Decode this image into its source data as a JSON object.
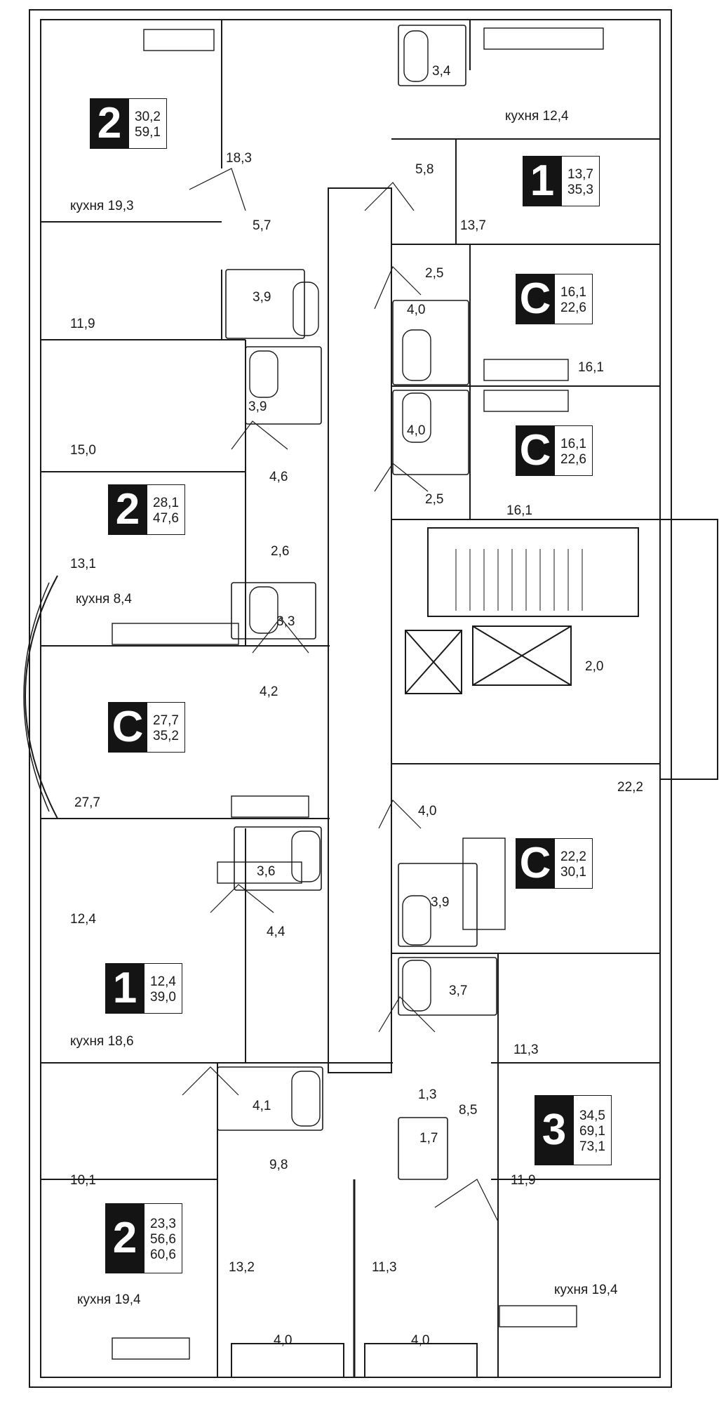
{
  "apartments": [
    {
      "type": "2",
      "areas": [
        "30,2",
        "59,1"
      ]
    },
    {
      "type": "1",
      "areas": [
        "13,7",
        "35,3"
      ]
    },
    {
      "type": "С",
      "areas": [
        "16,1",
        "22,6"
      ]
    },
    {
      "type": "С",
      "areas": [
        "16,1",
        "22,6"
      ]
    },
    {
      "type": "2",
      "areas": [
        "28,1",
        "47,6"
      ]
    },
    {
      "type": "С",
      "areas": [
        "27,7",
        "35,2"
      ]
    },
    {
      "type": "С",
      "areas": [
        "22,2",
        "30,1"
      ]
    },
    {
      "type": "1",
      "areas": [
        "12,4",
        "39,0"
      ]
    },
    {
      "type": "3",
      "areas": [
        "34,5",
        "69,1",
        "73,1"
      ]
    },
    {
      "type": "2",
      "areas": [
        "23,3",
        "56,6",
        "60,6"
      ]
    }
  ],
  "room_labels": [
    "3,4",
    "кухня 12,4",
    "18,3",
    "5,8",
    "кухня 19,3",
    "5,7",
    "13,7",
    "2,5",
    "3,9",
    "4,0",
    "11,9",
    "16,1",
    "3,9",
    "4,0",
    "15,0",
    "4,6",
    "2,5",
    "16,1",
    "2,6",
    "13,1",
    "кухня 8,4",
    "3,3",
    "4,2",
    "2,0",
    "22,2",
    "27,7",
    "4,0",
    "3,9",
    "3,6",
    "12,4",
    "4,4",
    "3,7",
    "кухня 18,6",
    "11,3",
    "1,3",
    "4,1",
    "8,5",
    "1,7",
    "9,8",
    "10,1",
    "11,9",
    "13,2",
    "11,3",
    "кухня 19,4",
    "кухня 19,4",
    "4,0",
    "4,0"
  ]
}
